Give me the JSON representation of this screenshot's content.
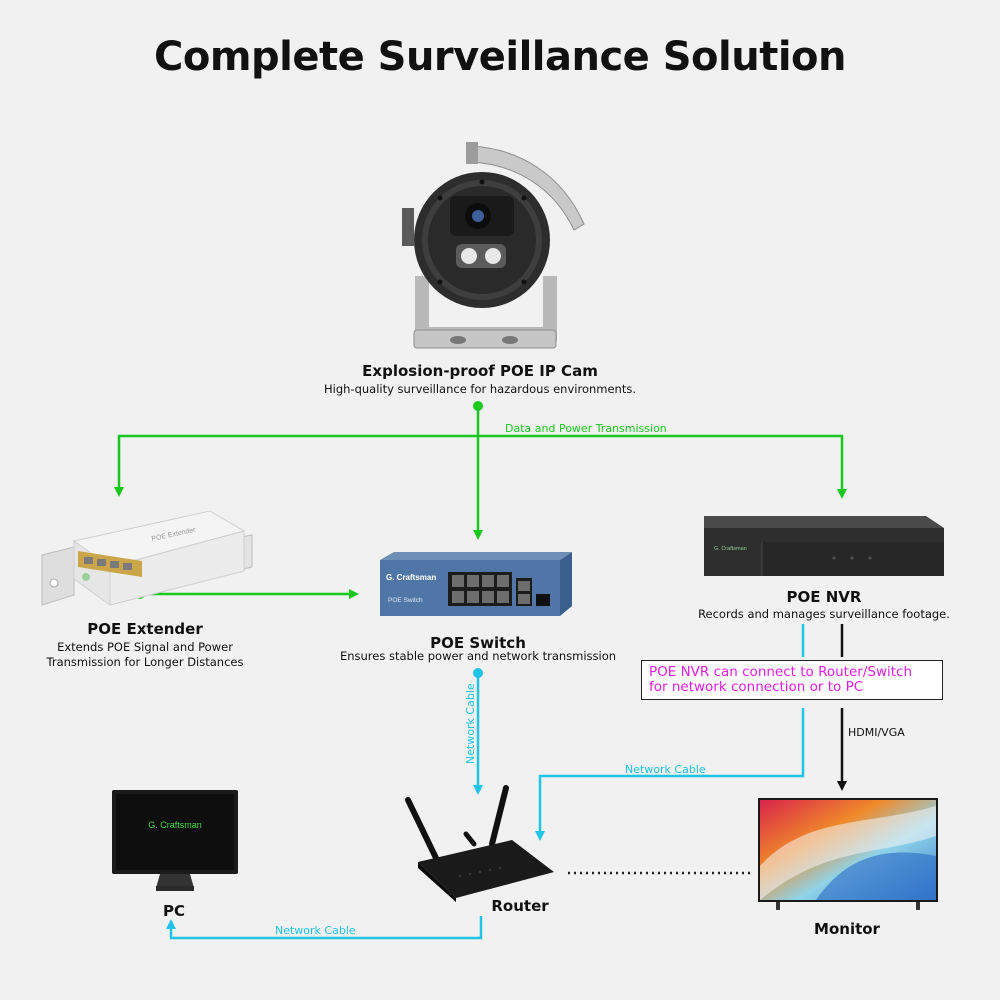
{
  "title": "Complete Surveillance Solution",
  "devices": {
    "camera": {
      "name": "Explosion-proof POE IP Cam",
      "desc": "High-quality surveillance for hazardous environments."
    },
    "extender": {
      "name": "POE Extender",
      "desc_line1": "Extends POE Signal and Power",
      "desc_line2": "Transmission for Longer Distances",
      "label": "POE Extender"
    },
    "switch": {
      "name": "POE Switch",
      "desc": "Ensures stable power and network transmission",
      "brand": "G. Craftsman",
      "label": "POE Switch"
    },
    "nvr": {
      "name": "POE NVR",
      "desc": "Records and manages surveillance footage.",
      "brand": "G. Craftsman"
    },
    "pc": {
      "name": "PC",
      "screen_brand": "G. Craftsman"
    },
    "router": {
      "name": "Router"
    },
    "monitor": {
      "name": "Monitor"
    }
  },
  "connections": {
    "data_power": "Data and Power Transmission",
    "switch_router": "Network Cable",
    "nvr_router": "Network Cable",
    "router_pc": "Network Cable",
    "nvr_monitor": "HDMI/VGA"
  },
  "note": {
    "line1": "POE NVR can connect to Router/Switch",
    "line2": "for network connection or to PC"
  },
  "colors": {
    "background": "#f1f1f1",
    "green_wire": "#19c81e",
    "blue_wire": "#1fc4e6",
    "black_wire": "#111111",
    "note_text": "#e01ee0",
    "brand_green": "#3ddc3d"
  }
}
